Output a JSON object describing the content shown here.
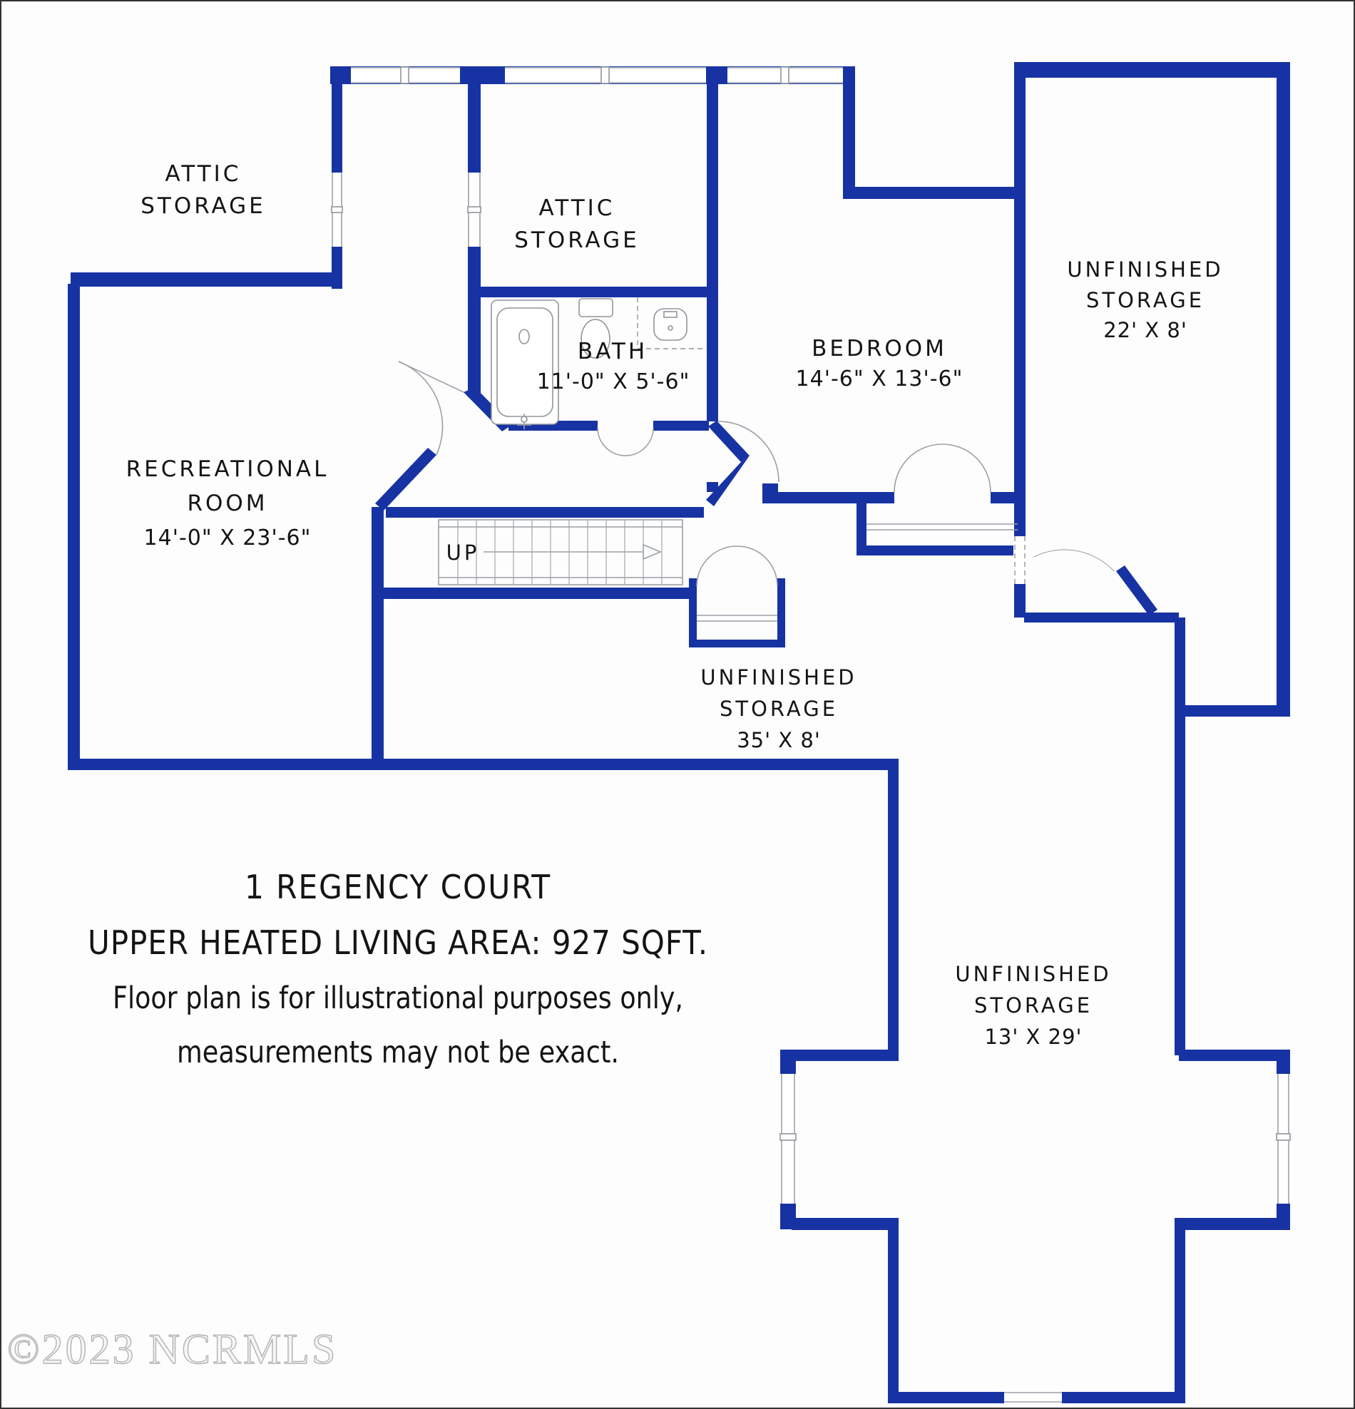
{
  "colors": {
    "wall": "#1733a3",
    "line": "#9aa0a8",
    "text": "#141414",
    "watermark_outline": "#b3b3b3"
  },
  "rooms": {
    "attic_storage_left": {
      "line1": "ATTIC",
      "line2": "STORAGE"
    },
    "attic_storage_mid": {
      "line1": "ATTIC",
      "line2": "STORAGE"
    },
    "bath": {
      "name": "BATH",
      "dims": "11'-0\" X 5'-6\""
    },
    "bedroom": {
      "name": "BEDROOM",
      "dims": "14'-6\" X 13'-6\""
    },
    "unfinished_storage_right": {
      "line1": "UNFINISHED",
      "line2": "STORAGE",
      "dims": "22' X 8'"
    },
    "recreational_room": {
      "line1": "RECREATIONAL",
      "line2": "ROOM",
      "dims": "14'-0\" X 23'-6\""
    },
    "unfinished_storage_mid": {
      "line1": "UNFINISHED",
      "line2": "STORAGE",
      "dims": "35' X 8'"
    },
    "unfinished_storage_bottom": {
      "line1": "UNFINISHED",
      "line2": "STORAGE",
      "dims": "13' X 29'"
    }
  },
  "stairs": {
    "label": "UP"
  },
  "title_block": {
    "line1": "1 REGENCY COURT",
    "line2": "UPPER HEATED LIVING AREA: 927 SQFT.",
    "line3": "Floor plan is for illustrational purposes only,",
    "line4": "measurements may not be exact."
  },
  "watermark": "©2023 NCRMLS"
}
